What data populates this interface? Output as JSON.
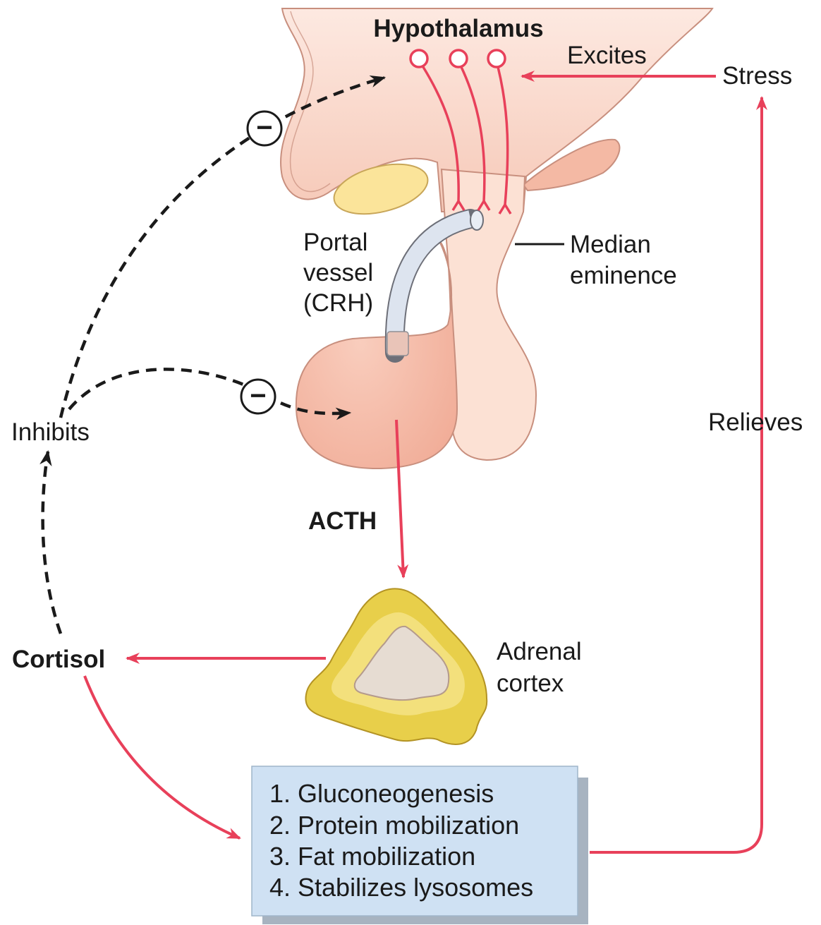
{
  "labels": {
    "hypothalamus": "Hypothalamus",
    "excites": "Excites",
    "stress": "Stress",
    "portal_vessel_line1": "Portal",
    "portal_vessel_line2": "vessel",
    "portal_vessel_line3": "(CRH)",
    "median_eminence_line1": "Median",
    "median_eminence_line2": "eminence",
    "inhibits": "Inhibits",
    "relieves": "Relieves",
    "acth": "ACTH",
    "adrenal_cortex_line1": "Adrenal",
    "adrenal_cortex_line2": "cortex",
    "cortisol": "Cortisol",
    "minus_sign": "−"
  },
  "effects": [
    "1. Gluconeogenesis",
    "2. Protein mobilization",
    "3. Fat mobilization",
    "4. Stabilizes lysosomes"
  ],
  "colors": {
    "excitatory_arrow": "#e8405a",
    "inhibitory_arrow": "#1a1a1a",
    "hypothalamus_fill": "#f9d9cc",
    "pituitary_anterior": "#f5b9a6",
    "pituitary_posterior": "#fbe0d3",
    "adrenal_outer": "#e8cf4a",
    "adrenal_inner": "#e6dcd2",
    "effects_box": "#cfe1f3",
    "effects_shadow": "#a7b3c0"
  }
}
